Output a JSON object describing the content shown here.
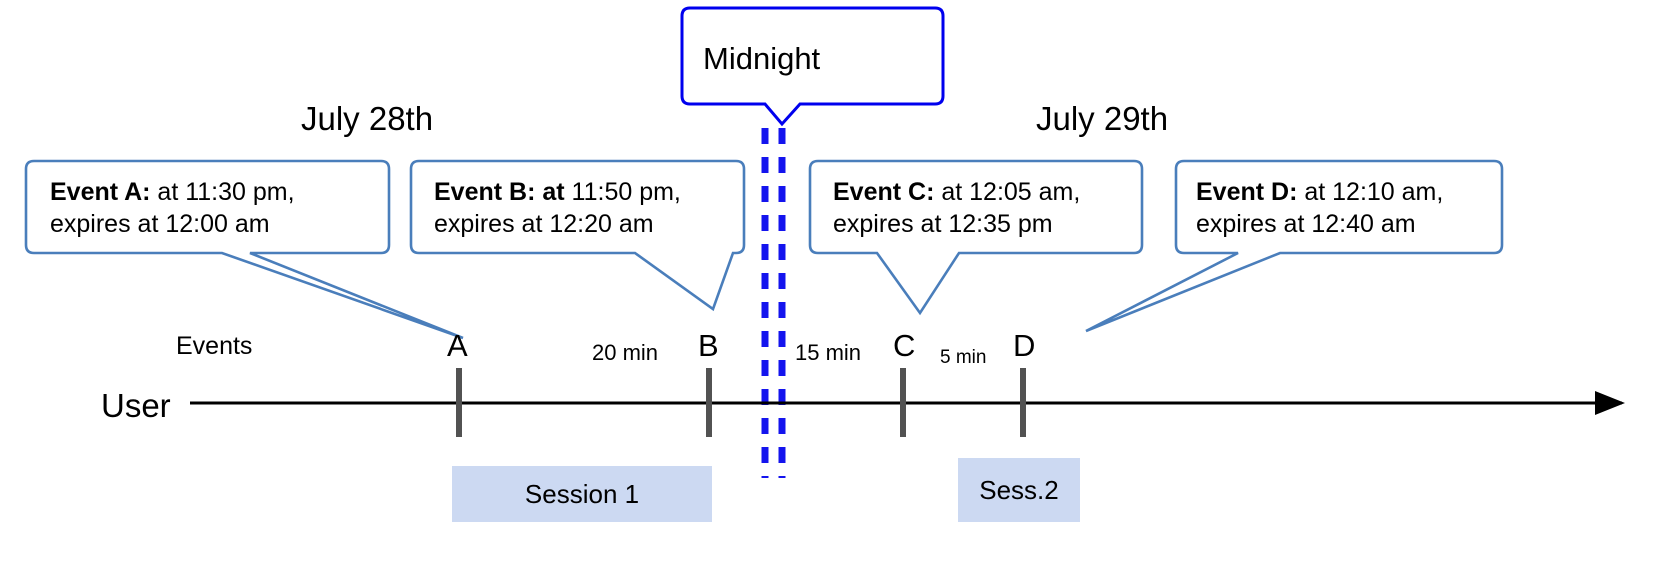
{
  "diagram": {
    "title_callout": {
      "label": "Midnight"
    },
    "date_headers": [
      {
        "label": "July 28th"
      },
      {
        "label": "July 29th"
      }
    ],
    "row_labels": {
      "events": "Events",
      "user": "User"
    },
    "callouts": [
      {
        "id": "event-a",
        "bold": "Event A:",
        "line1_rest": " at 11:30 pm,",
        "line2": "expires at 12:00 am"
      },
      {
        "id": "event-b",
        "bold": "Event B: at",
        "line1_rest": " 11:50 pm,",
        "line2": "expires at 12:20 am"
      },
      {
        "id": "event-c",
        "bold": "Event C:",
        "line1_rest": " at 12:05 am,",
        "line2": "expires at 12:35 pm"
      },
      {
        "id": "event-d",
        "bold": "Event D:",
        "line1_rest": "  at 12:10 am,",
        "line2": "expires at 12:40 am"
      }
    ],
    "markers": [
      {
        "id": "marker-a",
        "label": "A"
      },
      {
        "id": "marker-b",
        "label": "B"
      },
      {
        "id": "marker-c",
        "label": "C"
      },
      {
        "id": "marker-d",
        "label": "D"
      }
    ],
    "gaps": [
      {
        "id": "gap-ab",
        "label": "20 min"
      },
      {
        "id": "gap-bc",
        "label": "15 min"
      },
      {
        "id": "gap-cd",
        "label": "5 min"
      }
    ],
    "sessions": [
      {
        "id": "session-1",
        "label": "Session 1"
      },
      {
        "id": "session-2",
        "label": "Sess.2"
      }
    ],
    "colors": {
      "callout_border": "#4a7ebb",
      "midnight_border": "#0000ee",
      "midnight_dash": "#1414ee",
      "session_fill": "#ccd9f2",
      "timeline": "#000000",
      "marker": "#525252"
    }
  }
}
